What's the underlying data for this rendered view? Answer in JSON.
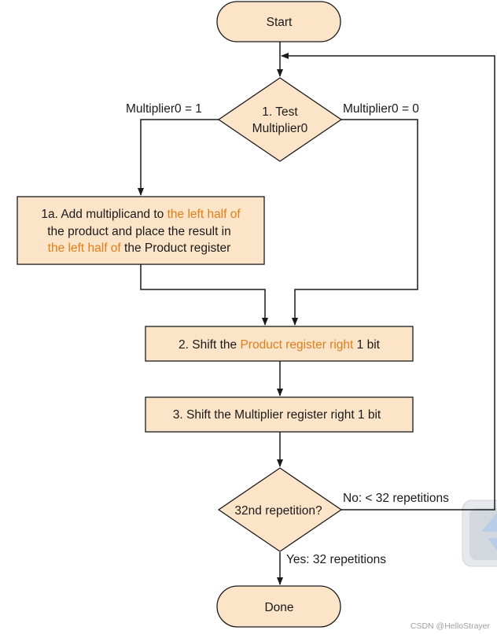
{
  "nodes": {
    "start": {
      "label": "Start"
    },
    "test": {
      "line1": "1. Test",
      "line2": "Multiplier0"
    },
    "add": {
      "line1": [
        "1a. Add multiplicand to ",
        "the left half of"
      ],
      "line2": "the product and place the result in",
      "line3": [
        "the left half of",
        " the Product register"
      ]
    },
    "shift_product": {
      "parts": [
        "2. Shift the ",
        "Product register right",
        " 1 bit"
      ]
    },
    "shift_multiplier": {
      "label": "3. Shift the Multiplier register right 1 bit"
    },
    "repetition": {
      "label": "32nd repetition?"
    },
    "done": {
      "label": "Done"
    }
  },
  "edges": {
    "multiplier_one": "Multiplier0 = 1",
    "multiplier_zero": "Multiplier0 = 0",
    "no_branch": "No:  < 32 repetitions",
    "yes_branch": "Yes:  32 repetitions"
  },
  "colors": {
    "node_fill": "#fce4c8",
    "highlight_text": "#e07f1a",
    "stroke": "#1a1a1a"
  },
  "watermark": "CSDN @HelloStrayer"
}
